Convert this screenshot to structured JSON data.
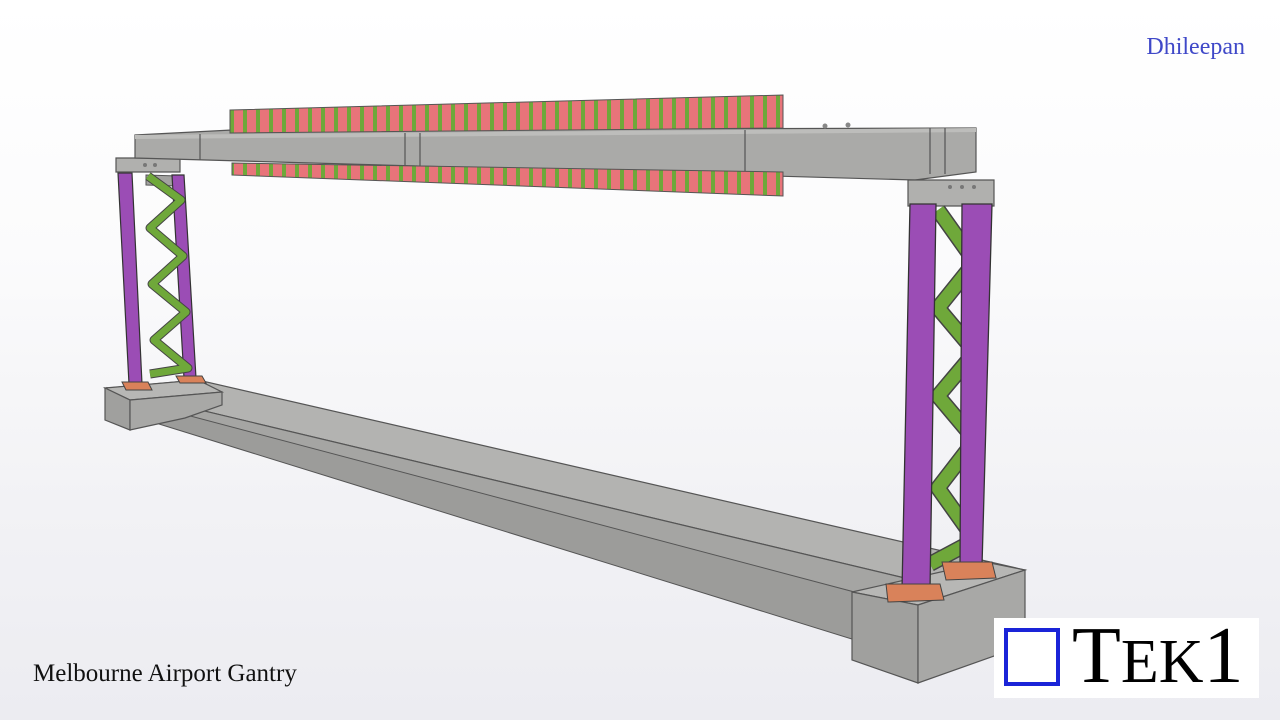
{
  "author": "Dhileepan",
  "caption": "Melbourne Airport Gantry",
  "logo": {
    "text_first": "T",
    "text_small": "EK",
    "text_last": "1"
  },
  "colors": {
    "concrete": "#a3a3a1",
    "concrete_top": "#b4b4b2",
    "column": "#9b4db5",
    "bracing": "#6fa83a",
    "sign_panel": "#e8747a",
    "base_plate": "#d9825a",
    "logo_square": "#1a24d8",
    "author_text": "#3f48c8"
  }
}
